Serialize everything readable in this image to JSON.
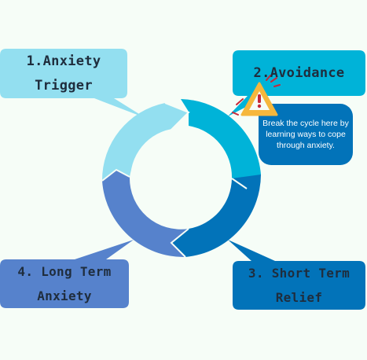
{
  "diagram": {
    "steps": [
      {
        "label": "1.Anxiety\nTrigger",
        "color": "#93dff0"
      },
      {
        "label": "2.Avoidance",
        "color": "#00b3d8"
      },
      {
        "label": "3. Short Term\nRelief",
        "color": "#0273b9"
      },
      {
        "label": "4. Long Term\nAnxiety",
        "color": "#5682cc"
      }
    ],
    "note": {
      "text": "Break the cycle here by learning ways to cope through anxiety.",
      "color": "#0273b9"
    },
    "warning_icon": "warning-triangle-icon",
    "colors": {
      "background": "#f6fdf7",
      "warning": "#f6b73c",
      "warning_mark": "#c62838",
      "text": "#1f2d3d"
    }
  }
}
